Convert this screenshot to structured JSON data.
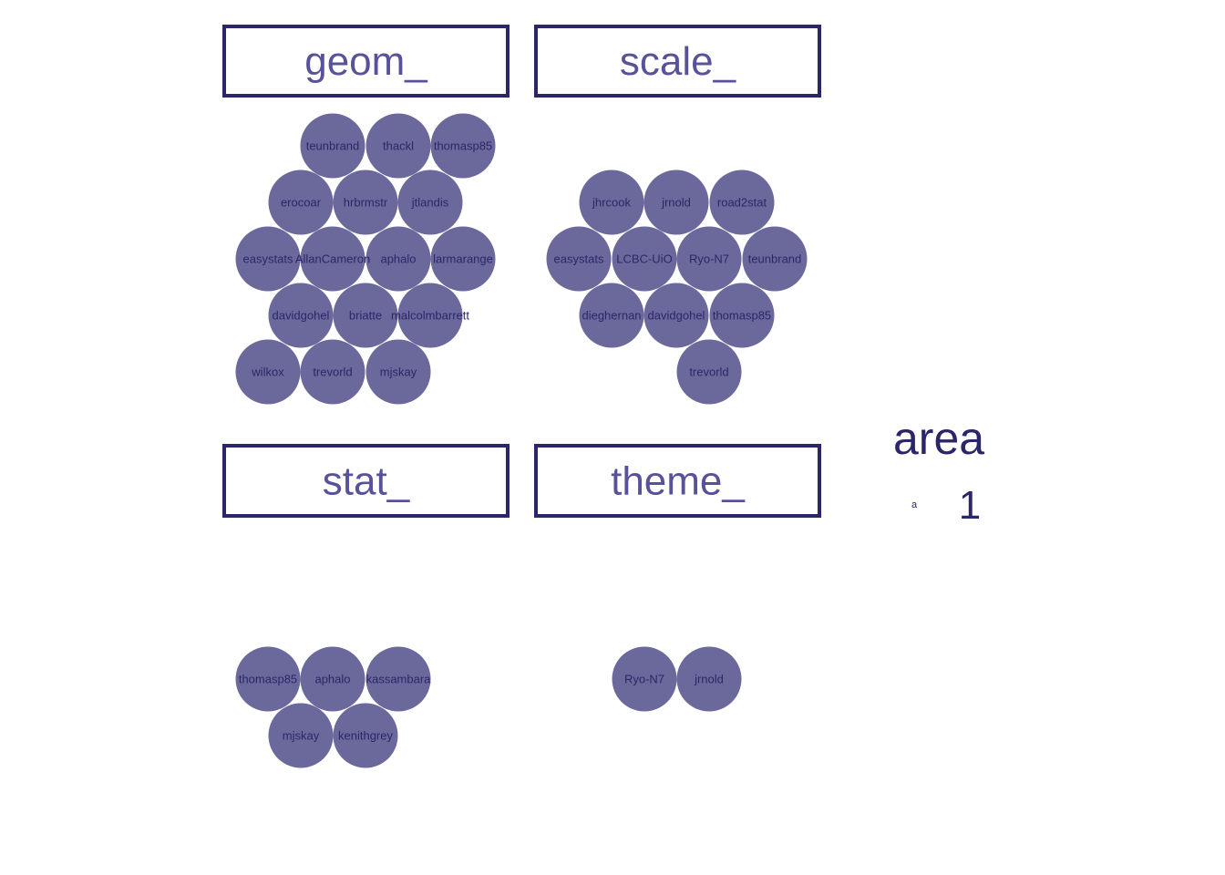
{
  "chart_data": {
    "type": "packed-bubble (faceted)",
    "facets": [
      {
        "name": "geom_",
        "points": [
          {
            "label": "teunbrand",
            "area": 1
          },
          {
            "label": "thackl",
            "area": 1
          },
          {
            "label": "thomasp85",
            "area": 1
          },
          {
            "label": "erocoar",
            "area": 1
          },
          {
            "label": "hrbrmstr",
            "area": 1
          },
          {
            "label": "jtlandis",
            "area": 1
          },
          {
            "label": "easystats",
            "area": 1
          },
          {
            "label": "AllanCameron",
            "area": 1
          },
          {
            "label": "aphalo",
            "area": 1
          },
          {
            "label": "larmarange",
            "area": 1
          },
          {
            "label": "davidgohel",
            "area": 1
          },
          {
            "label": "briatte",
            "area": 1
          },
          {
            "label": "malcolmbarrett",
            "area": 1
          },
          {
            "label": "wilkox",
            "area": 1
          },
          {
            "label": "trevorld",
            "area": 1
          },
          {
            "label": "mjskay",
            "area": 1
          }
        ]
      },
      {
        "name": "scale_",
        "points": [
          {
            "label": "jhrcook",
            "area": 1
          },
          {
            "label": "jrnold",
            "area": 1
          },
          {
            "label": "road2stat",
            "area": 1
          },
          {
            "label": "easystats",
            "area": 1
          },
          {
            "label": "LCBC-UiO",
            "area": 1
          },
          {
            "label": "Ryo-N7",
            "area": 1
          },
          {
            "label": "teunbrand",
            "area": 1
          },
          {
            "label": "dieghernan",
            "area": 1
          },
          {
            "label": "davidgohel",
            "area": 1
          },
          {
            "label": "thomasp85",
            "area": 1
          },
          {
            "label": "trevorld",
            "area": 1
          }
        ]
      },
      {
        "name": "stat_",
        "points": [
          {
            "label": "thomasp85",
            "area": 1
          },
          {
            "label": "aphalo",
            "area": 1
          },
          {
            "label": "kassambara",
            "area": 1
          },
          {
            "label": "mjskay",
            "area": 1
          },
          {
            "label": "kenithgrey",
            "area": 1
          }
        ]
      },
      {
        "name": "theme_",
        "points": [
          {
            "label": "Ryo-N7",
            "area": 1
          },
          {
            "label": "jrnold",
            "area": 1
          }
        ]
      }
    ],
    "legend": {
      "title": "area",
      "key_text": "a",
      "value": "1",
      "placement": "right"
    },
    "colors": {
      "bubble_fill": "#6b699c",
      "text": "#2b2668",
      "strip_text": "#57529a",
      "strip_border": "#2b2668",
      "background": "#ffffff"
    }
  }
}
